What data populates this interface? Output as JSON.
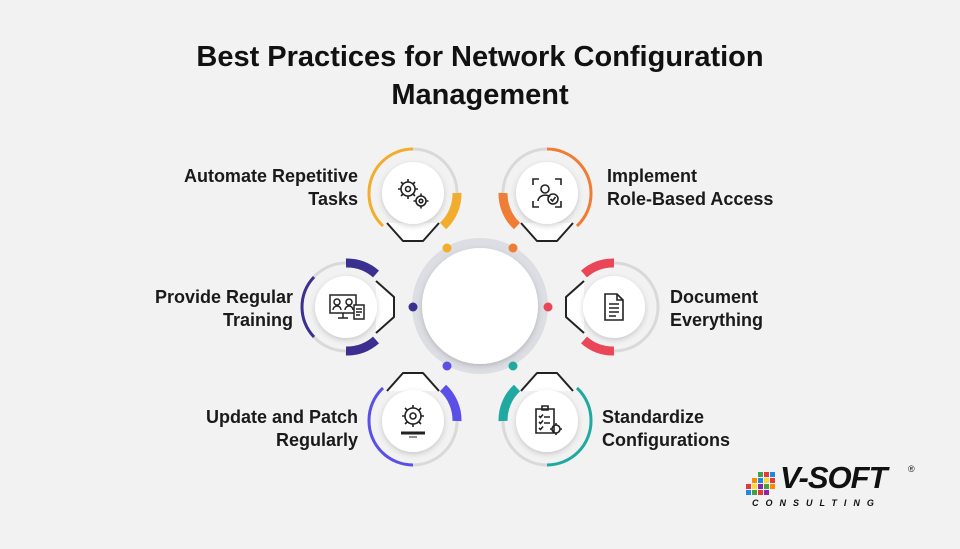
{
  "title": {
    "line1": "Best Practices for Network Configuration",
    "line2": "Management"
  },
  "items": [
    {
      "line1": "Automate Repetitive",
      "line2": "Tasks",
      "color": "#f2ad2c",
      "icon": "gears-icon"
    },
    {
      "line1": "Implement",
      "line2": "Role-Based Access",
      "color": "#f07d35",
      "icon": "user-check-icon"
    },
    {
      "line1": "Document",
      "line2": "Everything",
      "color": "#ea4658",
      "icon": "document-icon"
    },
    {
      "line1": "Standardize",
      "line2": "Configurations",
      "color": "#1fa9a0",
      "icon": "clipboard-gear-icon"
    },
    {
      "line1": "Update and Patch",
      "line2": "Regularly",
      "color": "#5a4fe6",
      "icon": "gear-update-icon"
    },
    {
      "line1": "Provide Regular",
      "line2": "Training",
      "color": "#3b2f8f",
      "icon": "training-icon"
    }
  ],
  "logo": {
    "name": "V-SOFT",
    "sub": "CONSULTING",
    "mark": "®"
  }
}
